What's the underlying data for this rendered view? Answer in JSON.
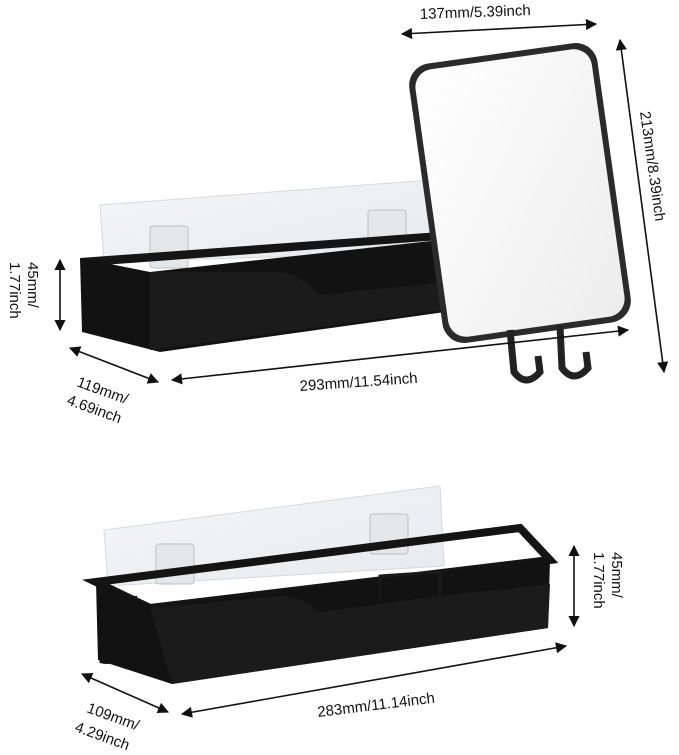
{
  "colors": {
    "shelf": "#121212",
    "shelf_highlight": "#3a3a3a",
    "adhesive_panel": "#eef1f3",
    "mirror_frame": "#2b2b2b",
    "mirror_glass": "#f7f7f7",
    "arrow": "#111111"
  },
  "top_product": {
    "mirror_width_label": "137mm/5.39inch",
    "mirror_height_label": "213mm/8.39inch",
    "height_label_line1": "45mm/",
    "height_label_line2": "1.77inch",
    "depth_label_line1": "119mm/",
    "depth_label_line2": "4.69inch",
    "length_label": "293mm/11.54inch"
  },
  "bottom_product": {
    "height_label_line1": "45mm/",
    "height_label_line2": "1.77inch",
    "depth_label_line1": "109mm/",
    "depth_label_line2": "4.29inch",
    "length_label": "283mm/11.14inch"
  }
}
